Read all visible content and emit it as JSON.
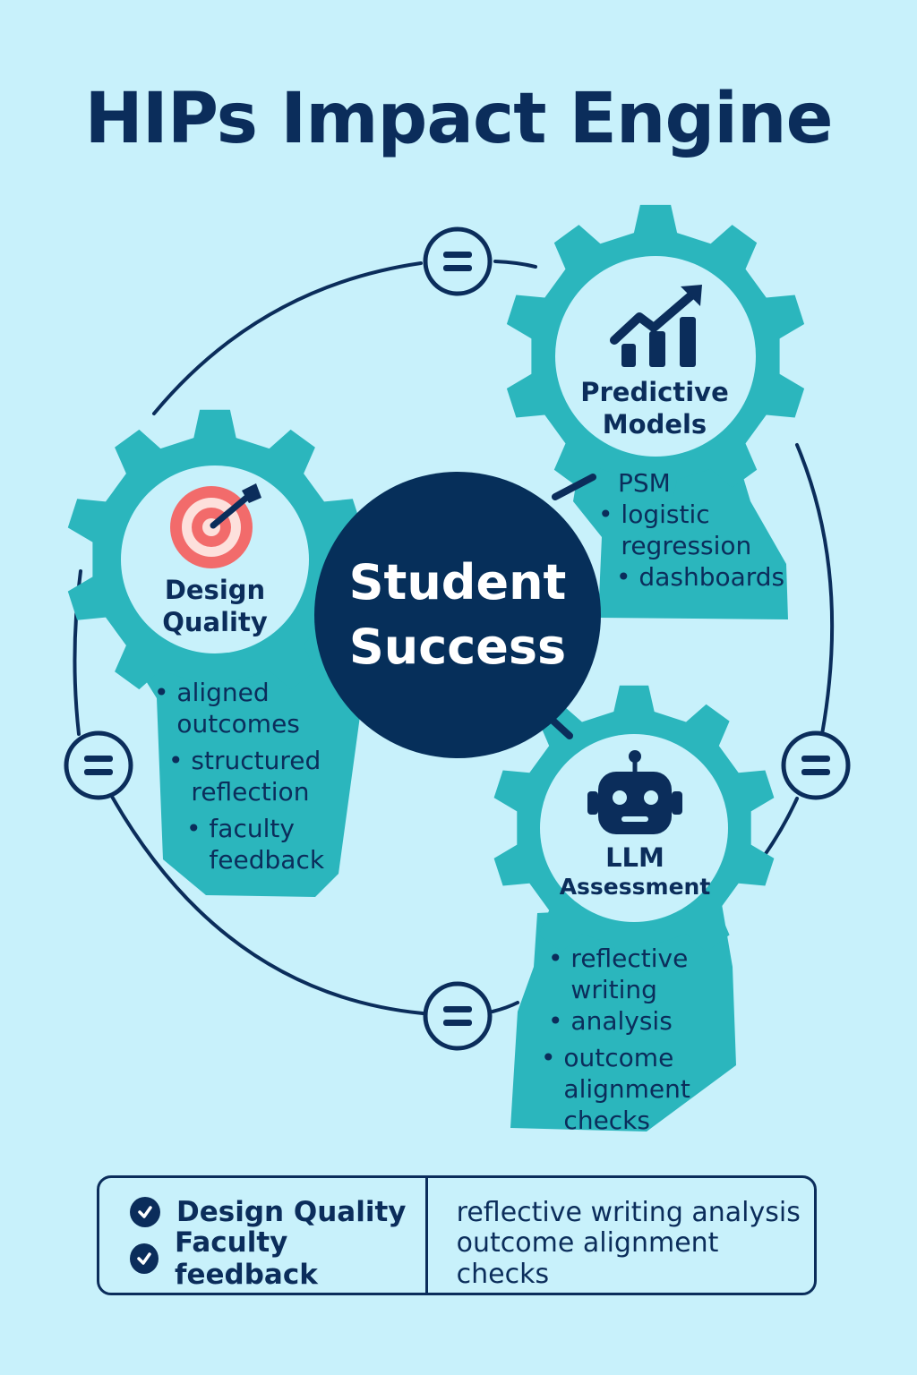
{
  "title": "HIPs Impact Engine",
  "center": {
    "line1": "Student",
    "line2": "Success"
  },
  "gears": {
    "predictive": {
      "line1": "Predictive",
      "line2": "Models",
      "icon": "bar-chart-trend-icon",
      "bullets": [
        "PSM",
        "logistic regression",
        "dashboards"
      ]
    },
    "design": {
      "line1": "Design",
      "line2": "Quality",
      "icon": "target-icon",
      "bullets": [
        "aligned outcomes",
        "structured reflection",
        "faculty feedback"
      ]
    },
    "llm": {
      "line1": "LLM",
      "line2": "Assessment",
      "icon": "robot-icon",
      "bullets": [
        "reflective writing",
        "analysis",
        "outcome alignment checks"
      ]
    }
  },
  "legend": {
    "left": [
      "Design Quality",
      "Faculty feedback"
    ],
    "right": [
      "reflective writing analysis",
      "outcome alignment checks"
    ]
  },
  "colors": {
    "background": "#c8f1fb",
    "navy": "#0b2d5b",
    "teal": "#2bb6bd",
    "target": "#f26b6b"
  }
}
